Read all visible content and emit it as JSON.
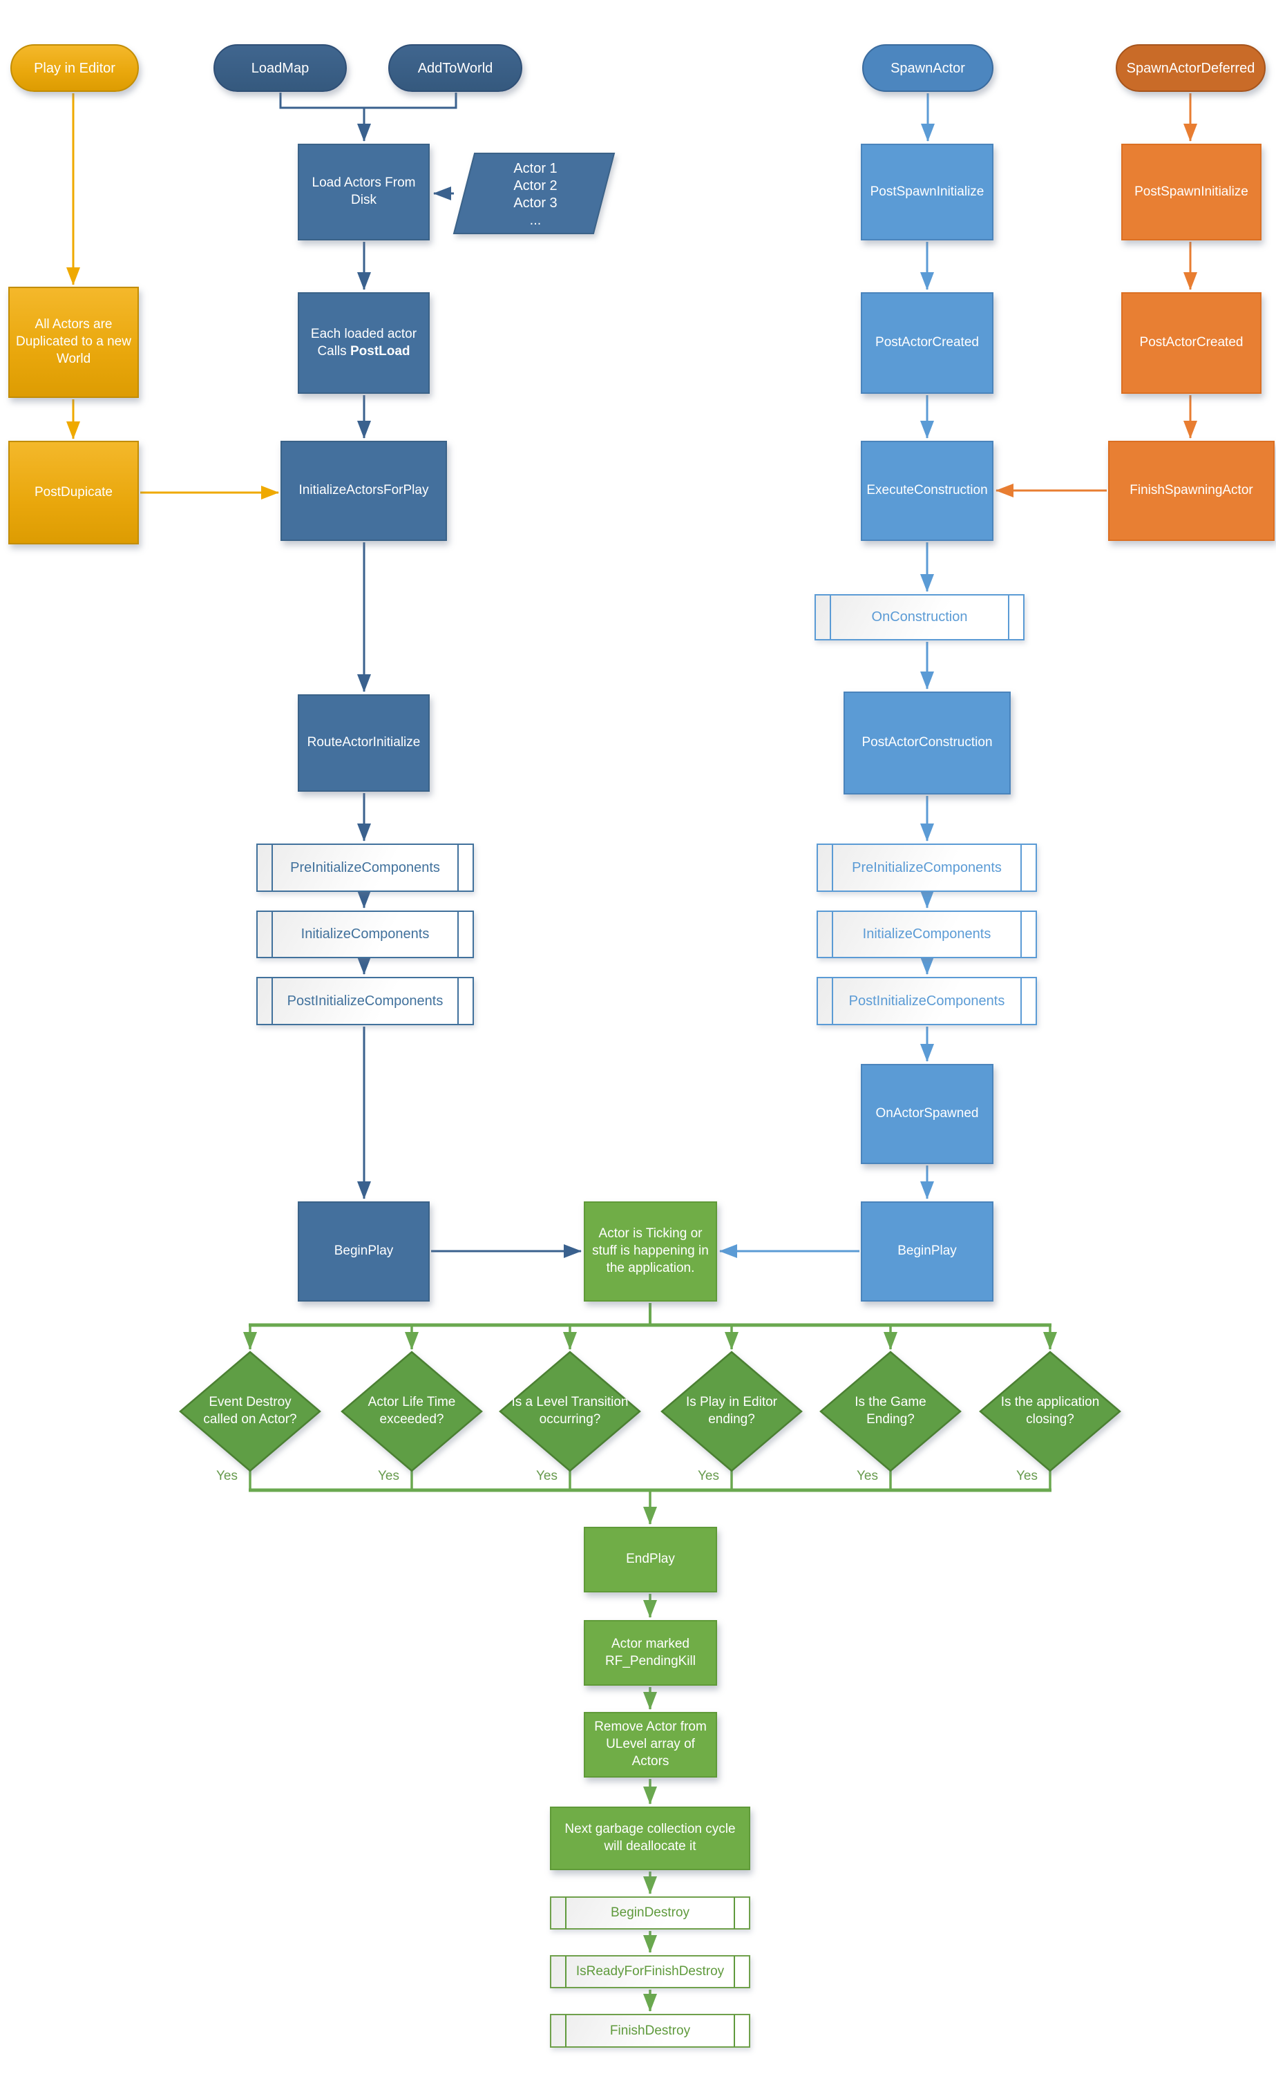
{
  "nodes": {
    "play_in_editor": {
      "label": "Play in Editor"
    },
    "load_map": {
      "label": "LoadMap"
    },
    "add_to_world": {
      "label": "AddToWorld"
    },
    "spawn_actor": {
      "label": "SpawnActor"
    },
    "spawn_actor_deferred": {
      "label": "SpawnActorDeferred"
    },
    "load_actors_from_disk": {
      "label": "Load Actors From Disk"
    },
    "actor_list": {
      "lines": [
        "Actor 1",
        "Actor 2",
        "Actor 3",
        "..."
      ]
    },
    "all_actors_duplicated": {
      "label": "All Actors are Duplicated to a new World"
    },
    "each_loaded_actor": {
      "line1": "Each loaded actor",
      "line2_prefix": "Calls ",
      "line2_bold": "PostLoad"
    },
    "post_dupicate": {
      "label": "PostDupicate"
    },
    "initialize_actors_for_play": {
      "label": "InitializeActorsForPlay"
    },
    "post_spawn_initialize_spawn": {
      "label": "PostSpawnInitialize"
    },
    "post_actor_created_spawn": {
      "label": "PostActorCreated"
    },
    "execute_construction": {
      "label": "ExecuteConstruction"
    },
    "post_spawn_initialize_deferred": {
      "label": "PostSpawnInitialize"
    },
    "post_actor_created_deferred": {
      "label": "PostActorCreated"
    },
    "finish_spawning_actor": {
      "label": "FinishSpawningActor"
    },
    "on_construction": {
      "label": "OnConstruction"
    },
    "post_actor_construction": {
      "label": "PostActorConstruction"
    },
    "route_actor_initialize": {
      "label": "RouteActorInitialize"
    },
    "pre_initialize_components_left": {
      "label": "PreInitializeComponents"
    },
    "initialize_components_left": {
      "label": "InitializeComponents"
    },
    "post_initialize_components_left": {
      "label": "PostInitializeComponents"
    },
    "pre_initialize_components_right": {
      "label": "PreInitializeComponents"
    },
    "initialize_components_right": {
      "label": "InitializeComponents"
    },
    "post_initialize_components_right": {
      "label": "PostInitializeComponents"
    },
    "on_actor_spawned": {
      "label": "OnActorSpawned"
    },
    "begin_play_left": {
      "label": "BeginPlay"
    },
    "begin_play_right": {
      "label": "BeginPlay"
    },
    "actor_ticking": {
      "label": "Actor is Ticking or stuff is happening in the application."
    },
    "end_play": {
      "label": "EndPlay"
    },
    "actor_marked_pending_kill": {
      "label": "Actor marked RF_PendingKill"
    },
    "remove_actor_from_ulevel": {
      "label": "Remove Actor from ULevel array of Actors"
    },
    "next_garbage_collection": {
      "label": "Next garbage collection cycle will deallocate it"
    },
    "begin_destroy": {
      "label": "BeginDestroy"
    },
    "is_ready_for_finish_destroy": {
      "label": "IsReadyForFinishDestroy"
    },
    "finish_destroy": {
      "label": "FinishDestroy"
    }
  },
  "decisions": [
    {
      "label": "Event Destroy called on Actor?",
      "yes": "Yes"
    },
    {
      "label": "Actor Life Time exceeded?",
      "yes": "Yes"
    },
    {
      "label": "Is a Level Transition occurring?",
      "yes": "Yes"
    },
    {
      "label": "Is Play in Editor ending?",
      "yes": "Yes"
    },
    {
      "label": "Is the Game Ending?",
      "yes": "Yes"
    },
    {
      "label": "Is the application closing?",
      "yes": "Yes"
    }
  ],
  "colors": {
    "gold": "#EFAC15",
    "gold_arrow": "#EFA900",
    "blue_dark": "#3A618E",
    "blue_main": "#44709D",
    "blue_light": "#5B9BD5",
    "spawn_blue": "#4C86BF",
    "orange": "#E87D31",
    "orange_dark": "#C96B28",
    "green": "#70AD47",
    "green_diamond": "#5F9E44"
  }
}
